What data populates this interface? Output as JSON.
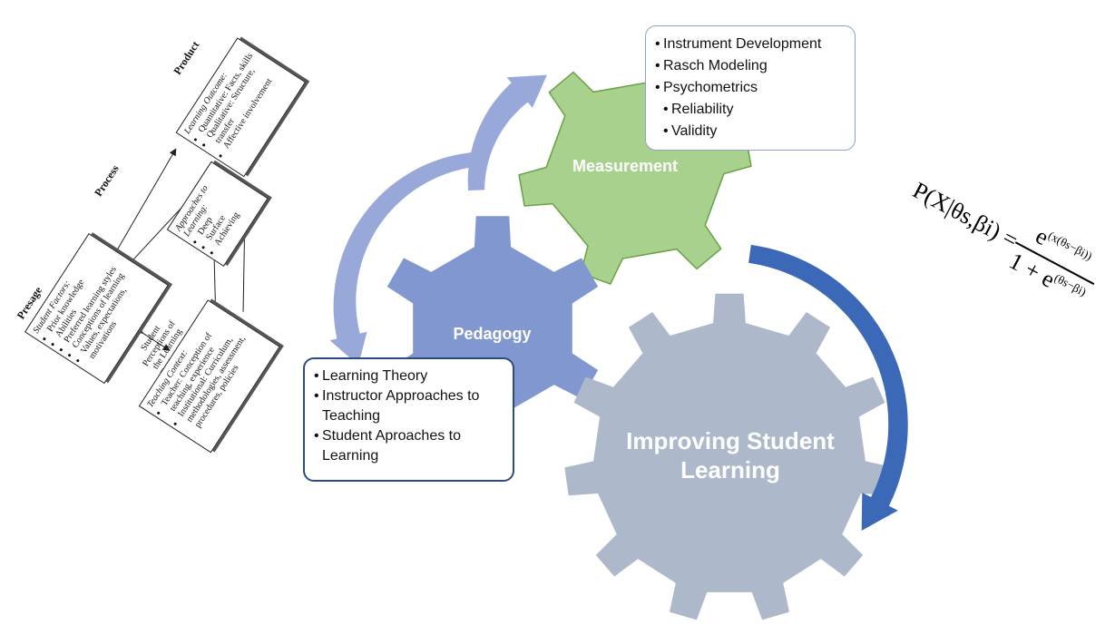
{
  "colors": {
    "pedagogy_gear": "#8197cf",
    "measurement_gear": "#a9d18e",
    "measurement_gear_stroke": "#6aa046",
    "improving_gear": "#adb9ca",
    "arrow_light": "#98a9d9",
    "arrow_dark": "#3c68b8"
  },
  "gears": {
    "pedagogy": "Pedagogy",
    "measurement": "Measurement",
    "improving": "Improving Student Learning"
  },
  "measurement_box": {
    "items": [
      {
        "text": "Instrument Development",
        "level": 0
      },
      {
        "text": "Rasch Modeling",
        "level": 0
      },
      {
        "text": "Psychometrics",
        "level": 0
      },
      {
        "text": "Reliability",
        "level": 1
      },
      {
        "text": "Validity",
        "level": 1
      }
    ]
  },
  "pedagogy_box": {
    "items": [
      {
        "text": "Learning Theory"
      },
      {
        "text": "Instructor Approaches to Teaching"
      },
      {
        "text": "Student Aproaches to Learning"
      }
    ]
  },
  "equation": {
    "lhs": "P(X|θs,βi) =",
    "numerator_base": "e",
    "numerator_exp": "(x(θs−βi))",
    "denominator": "1 + e",
    "denominator_exp": "(θs−βi)"
  },
  "model_3p": {
    "headers": {
      "presage": "Presage",
      "process": "Process",
      "product": "Product"
    },
    "student_factors": {
      "title": "Student Factors:",
      "items": [
        "Prior knowledge",
        "Abilities",
        "Preferred learning styles",
        "Conceptions of learning",
        "Values, expectations, motivations"
      ]
    },
    "teaching_context": {
      "title": "Teaching Context:",
      "items": [
        "Teacher: Conception of teaching, experience",
        "Institutional: Curriculum, methodologies, assessment, procedures, policies"
      ]
    },
    "approaches": {
      "title": "Approaches to Learning:",
      "items": [
        "Deep",
        "Surface",
        "Achieving"
      ]
    },
    "outcome": {
      "title": "Learning Outcome:",
      "items": [
        "Quantitative: Facts, skills",
        "Qualitative: Structure, transfer",
        "Affective involvement"
      ]
    },
    "perceptions": "Student Perceptions of the Learning Environment"
  }
}
